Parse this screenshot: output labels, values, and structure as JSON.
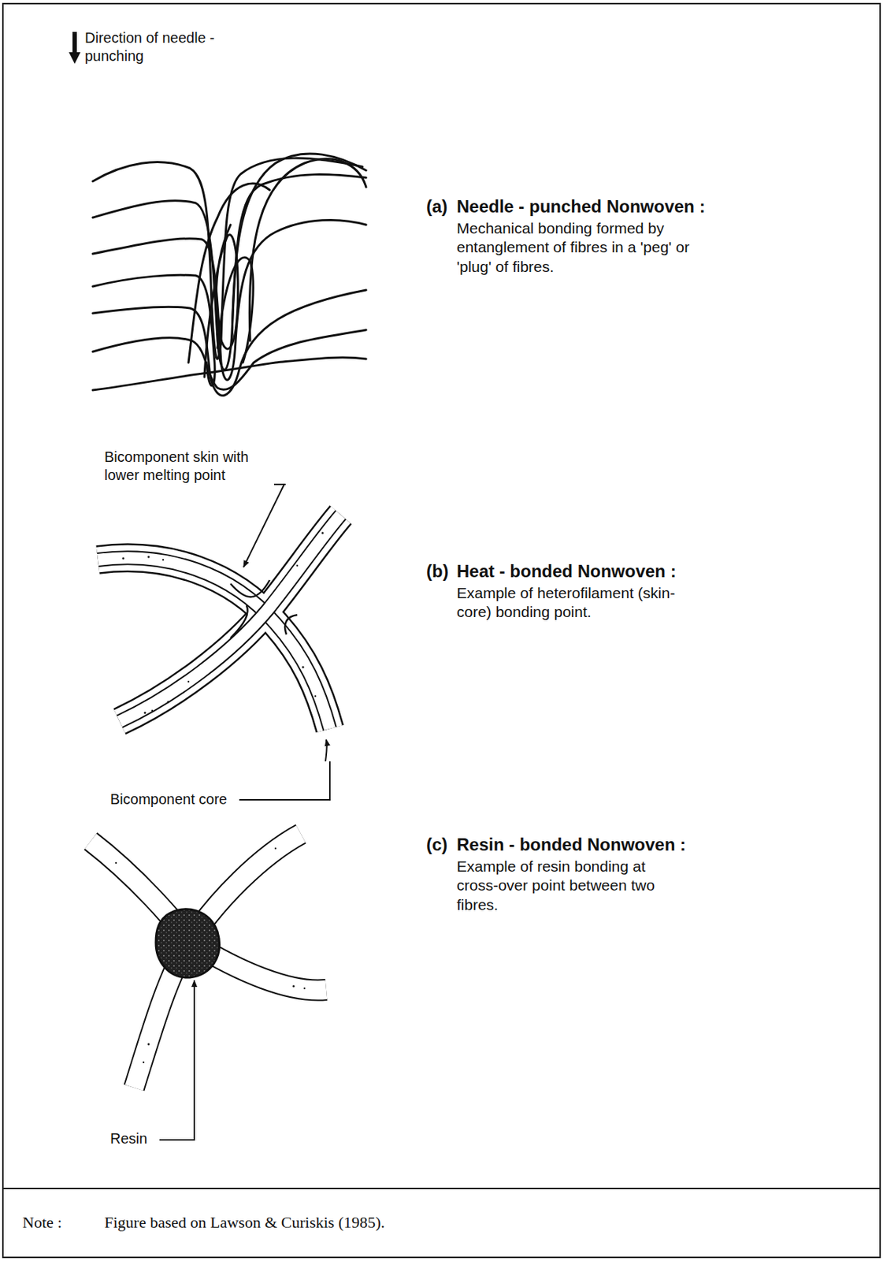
{
  "diagram": {
    "labels": [
      "Direction of needle - punching",
      "(a)",
      "Needle - punched Nonwoven :",
      "Mechanical bonding formed by entanglement of fibres in a 'peg' or 'plug' of fibres.",
      "Bicomponent skin with lower melting point",
      "(b)",
      "Heat - bonded Nonwoven :",
      "Example of heterofilament (skin-core) bonding point.",
      "Bicomponent core",
      "(c)",
      "Resin - bonded Nonwoven :",
      "Example of resin bonding at cross-over point between two fibres.",
      "Resin",
      "Note :",
      "Figure based on Lawson & Curiskis (1985)."
    ]
  }
}
